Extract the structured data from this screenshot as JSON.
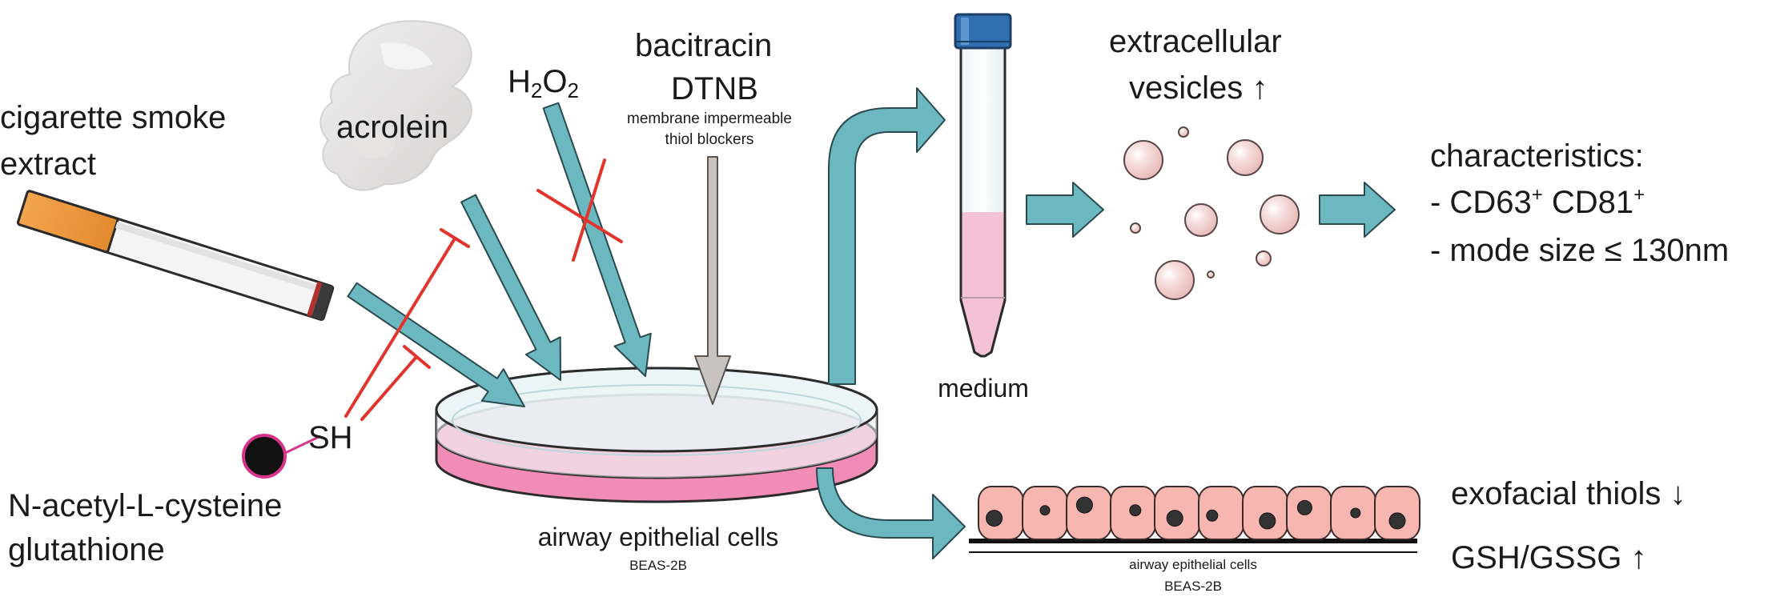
{
  "labels": {
    "cigarette_smoke": [
      "cigarette smoke",
      "extract"
    ],
    "acrolein": "acrolein",
    "h2o2": {
      "base": "H",
      "sub1": "2",
      "mid": "O",
      "sub2": "2"
    },
    "bacitracin": "bacitracin",
    "dtnb": "DTNB",
    "blockers_note": [
      "membrane impermeable",
      "thiol blockers"
    ],
    "sh": "SH",
    "nac": [
      "N-acetyl-L-cysteine",
      "glutathione"
    ],
    "dish_label": "airway epithelial cells",
    "dish_sublabel": "BEAS-2B",
    "medium": "medium",
    "extracellular": [
      "extracellular",
      "vesicles ↑"
    ],
    "characteristics": {
      "title": "characteristics:",
      "line1_a": "- CD63",
      "line1_sup_a": "+",
      "line1_b": " CD81",
      "line1_sup_b": "+",
      "line2": "- mode size ≤ 130nm"
    },
    "cells_label": "airway epithelial cells",
    "cells_sublabel": "BEAS-2B",
    "exofacial": "exofacial thiols ↓",
    "gsh": "GSH/GSSG ↑"
  },
  "colors": {
    "arrow": "#6cb8c0",
    "arrow_outline": "#2b4a4f",
    "inhibit": "#e0342c",
    "medium_pink": "#f3a9c6",
    "cell_pink": "#f7b6b0",
    "nucleus": "#333333",
    "vesicle": "#f3d3d2"
  },
  "icons": [
    "cigarette-icon",
    "smoke-icon",
    "cell-culture-dish-icon",
    "falcon-tube-icon",
    "vesicle-icon",
    "epithelial-cell-layer-icon",
    "thiol-molecule-icon"
  ]
}
